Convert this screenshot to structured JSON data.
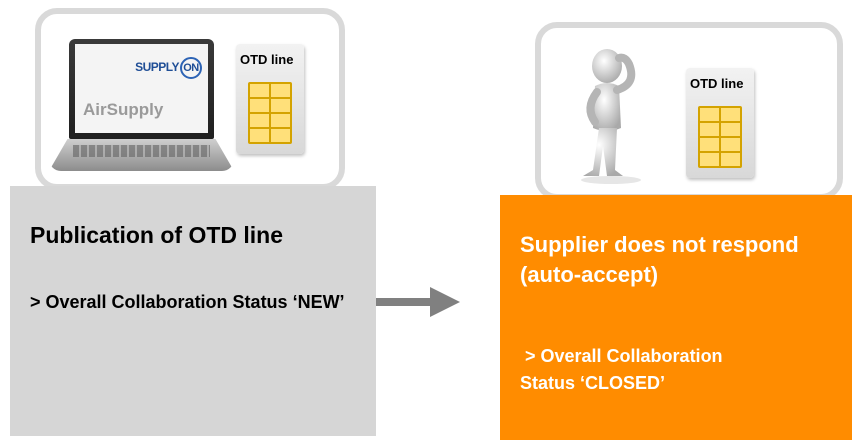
{
  "left_panel": {
    "laptop": {
      "logo_text": "SUPPLY",
      "logo_on": "ON",
      "app_name": "AirSupply"
    },
    "document_label": "OTD line",
    "title": "Publication of OTD line",
    "status_text": "> Overall Collaboration Status ‘NEW’"
  },
  "right_panel": {
    "document_label": "OTD line",
    "title": "Supplier does not respond (auto-accept)",
    "status_text": " > Overall Collaboration\nStatus ‘CLOSED’"
  },
  "colors": {
    "gray_box": "#d6d6d6",
    "orange_box": "#ff8c00",
    "arrow": "#808080",
    "frame_border": "#d9d9d9"
  }
}
